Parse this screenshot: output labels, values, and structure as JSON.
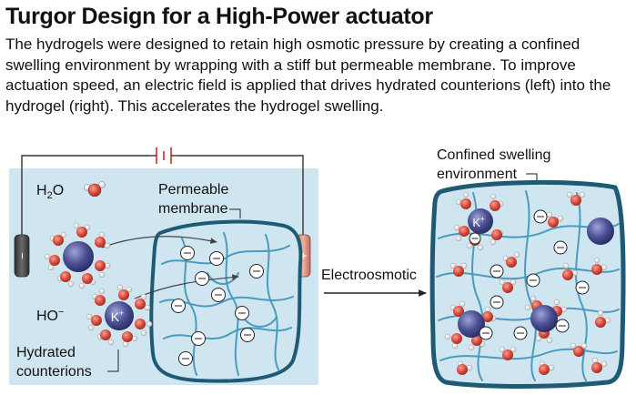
{
  "header": {
    "title": "Turgor Design for a High-Power actuator",
    "caption": "The hydrogels were designed to retain high osmotic pressure by creating a confined swelling environment by wrapping with a stiff but permeable membrane. To improve actuation speed, an electric field is applied that drives hydrated counterions (left) into the hydrogel (right). This accelerates the hydrogel swelling."
  },
  "left_panel": {
    "water_label_h": "H",
    "water_label_sub": "2",
    "water_label_o": "O",
    "hydroxide_label": "HO",
    "hydroxide_sup": "−",
    "membrane_label_line1": "Permeable",
    "membrane_label_line2": "membrane",
    "counterion_label_line1": "Hydrated",
    "counterion_label_line2": "counterions",
    "negative_electrode_symbol": "−",
    "positive_electrode_symbol": "+",
    "cation_label": "K",
    "cation_sup": "+",
    "anion_symbol": "⊖"
  },
  "arrow_label": "Electroosmotic",
  "right_panel": {
    "env_label_line1": "Confined swelling",
    "env_label_line2": "environment",
    "cation_label": "K",
    "cation_sup": "+"
  },
  "colors": {
    "panel_bg": "#cfe5ef",
    "membrane": "#1f5a74",
    "network": "#4a9bbf",
    "ion": "#4a4f93",
    "oxygen": "#d64538",
    "hydrogen": "#ffffff",
    "electrode_neg": "#505050",
    "electrode_pos": "#d88a7c"
  }
}
